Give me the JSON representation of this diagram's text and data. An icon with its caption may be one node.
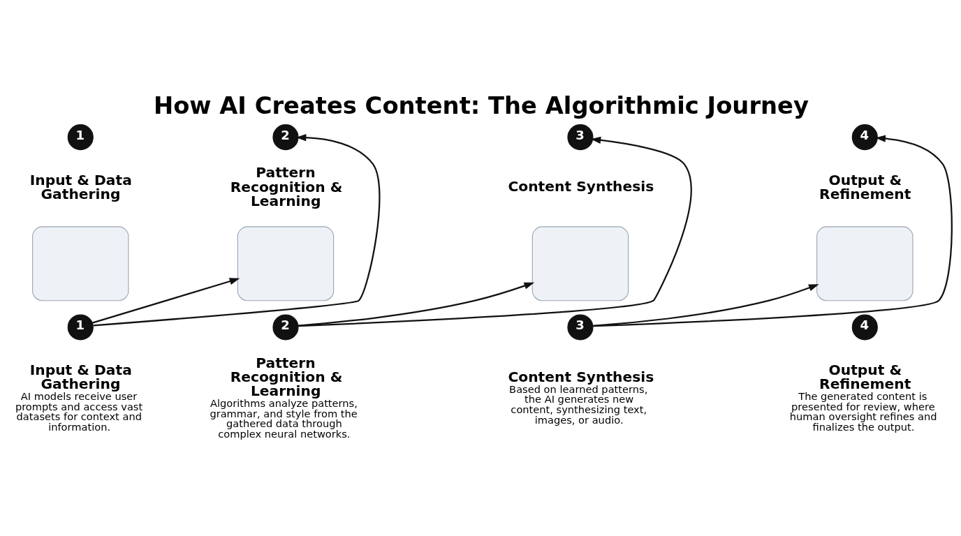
{
  "diagram": {
    "title": "How AI Creates Content: The Algorithmic Journey",
    "nodes": [
      {
        "text": [
          "1"
        ],
        "beside": [
          "Input & Data Gathering"
        ]
      },
      {
        "text": [
          "2"
        ],
        "beside": [
          "Pattern Recognition & Learning"
        ]
      },
      {
        "text": [
          "3"
        ],
        "beside": [
          "Content Synthesis"
        ]
      },
      {
        "text": [
          "4"
        ],
        "beside": [
          "Output & Refinement"
        ]
      },
      {
        "text": [],
        "shape": "box"
      },
      {
        "text": [],
        "shape": "box"
      },
      {
        "text": [],
        "shape": "box"
      },
      {
        "text": [],
        "shape": "box"
      },
      {
        "text": [
          "1"
        ],
        "beside": [
          "Input & Data Gathering",
          "AI models receive user prompts and access vast datasets for context and information."
        ]
      },
      {
        "text": [
          "2"
        ],
        "beside": [
          "Pattern Recognition & Learning",
          "Algorithms analyze patterns, grammar, and style from the gathered data through complex neural networks."
        ]
      },
      {
        "text": [
          "3"
        ],
        "beside": [
          "Content Synthesis",
          "Based on learned patterns, the AI generates new content, synthesizing text, images, or audio."
        ]
      },
      {
        "text": [
          "4"
        ],
        "beside": [
          "Output & Refinement",
          "The generated content is presented for review, where human oversight refines and finalizes the output."
        ]
      }
    ],
    "edges": [
      {
        "from": 8,
        "to": 1,
        "arrow": "to"
      },
      {
        "from": 8,
        "to": 5,
        "arrow": "to"
      },
      {
        "from": 9,
        "to": 2,
        "arrow": "to"
      },
      {
        "from": 9,
        "to": 6,
        "arrow": "to"
      },
      {
        "from": 10,
        "to": 3,
        "arrow": "to"
      },
      {
        "from": 10,
        "to": 7,
        "arrow": "to"
      }
    ]
  }
}
